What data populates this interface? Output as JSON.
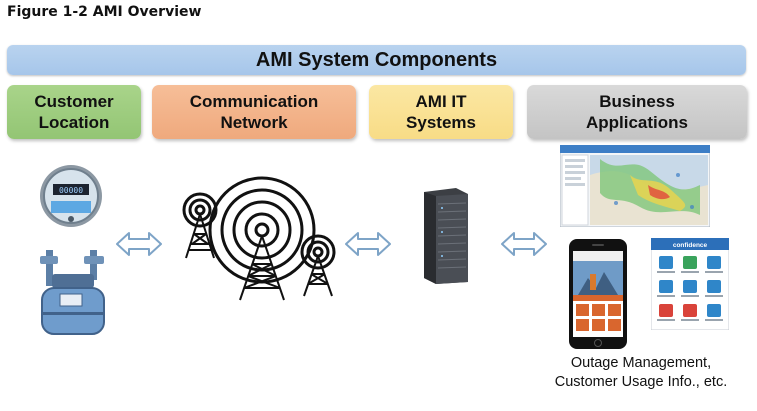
{
  "figure_title": "Figure 1-2 AMI Overview",
  "banner_label": "AMI System Components",
  "components": [
    {
      "line1": "Customer",
      "line2": "Location"
    },
    {
      "line1": "Communication",
      "line2": "Network"
    },
    {
      "line1": "AMI IT",
      "line2": "Systems"
    },
    {
      "line1": "Business",
      "line2": "Applications"
    }
  ],
  "caption": {
    "line1": "Outage Management,",
    "line2": "Customer Usage Info., etc."
  },
  "meter_display": "00000",
  "phone_logo_text": "confidence",
  "colors": {
    "banner": "#a6c6ea",
    "customer": "#93c574",
    "network": "#efa97d",
    "it": "#f8dc86",
    "business": "#c4c4c4",
    "arrow": "#7ea4c7"
  }
}
